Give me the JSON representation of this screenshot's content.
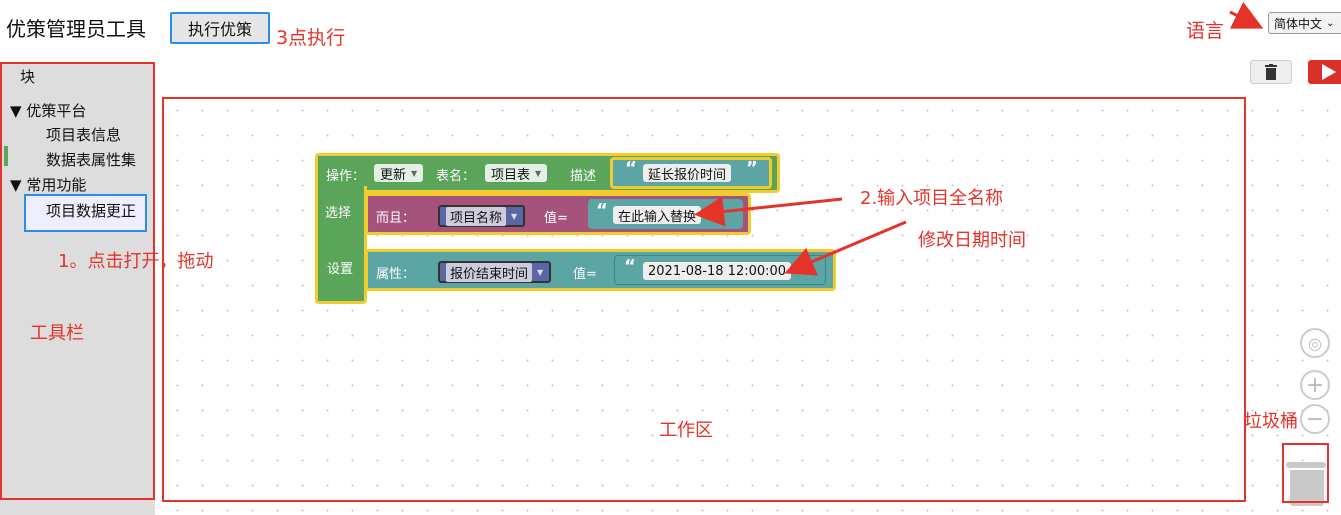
{
  "header": {
    "title": "优策管理员工具",
    "run_button": "执行优策",
    "language_label": "语言",
    "language_select": "简体中文"
  },
  "annotations": {
    "run_hint": "3点执行",
    "open_drag_hint": "1。点击打开，拖动",
    "toolbar": "工具栏",
    "input_name_hint": "2.输入项目全名称",
    "modify_date_hint": "修改日期时间",
    "workspace": "工作区",
    "trash": "垃圾桶"
  },
  "toolbox": {
    "header": "块",
    "categories": [
      {
        "label": "优策平台",
        "items": [
          "项目表信息",
          "数据表属性集"
        ]
      },
      {
        "label": "常用功能",
        "items": [
          "项目数据更正"
        ]
      }
    ]
  },
  "block": {
    "operation_label": "操作：",
    "operation_value": "更新",
    "table_label": "表名：",
    "table_value": "项目表",
    "desc_label": "描述",
    "desc_value": "延长报价时间",
    "select_label": "选择",
    "and_label": "而且：",
    "field_value": "项目名称",
    "value_label": "值=",
    "where_value": "在此输入替换",
    "set_label": "设置",
    "attr_label": "属性：",
    "attr_value": "报价结束时间",
    "set_value": "2021-08-18 12:00:00"
  },
  "colors": {
    "annotation_red": "#e5332a",
    "highlight_blue": "#2b8ee6",
    "block_green": "#5ba55b",
    "block_highlight": "#f2cc2f",
    "where_block": "#a5537a",
    "set_block": "#5ba5a5",
    "field_dd": "#5b67a5",
    "run_red": "#d9302b"
  }
}
